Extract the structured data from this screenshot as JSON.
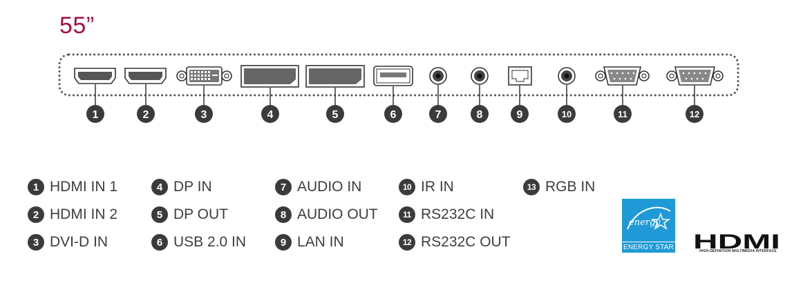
{
  "size_label": "55”",
  "ports": [
    {
      "num": "1",
      "type": "hdmi"
    },
    {
      "num": "2",
      "type": "hdmi"
    },
    {
      "num": "3",
      "type": "dvi"
    },
    {
      "num": "4",
      "type": "displayport"
    },
    {
      "num": "5",
      "type": "displayport"
    },
    {
      "num": "6",
      "type": "usb"
    },
    {
      "num": "7",
      "type": "audio-jack"
    },
    {
      "num": "8",
      "type": "audio-jack"
    },
    {
      "num": "9",
      "type": "lan"
    },
    {
      "num": "10",
      "type": "audio-jack"
    },
    {
      "num": "11",
      "type": "rs232c"
    },
    {
      "num": "12",
      "type": "rs232c"
    }
  ],
  "legend": [
    {
      "num": "1",
      "label": "HDMI IN 1"
    },
    {
      "num": "2",
      "label": "HDMI IN 2"
    },
    {
      "num": "3",
      "label": "DVI-D IN"
    },
    {
      "num": "4",
      "label": "DP IN"
    },
    {
      "num": "5",
      "label": "DP OUT"
    },
    {
      "num": "6",
      "label": "USB 2.0 IN"
    },
    {
      "num": "7",
      "label": "AUDIO IN"
    },
    {
      "num": "8",
      "label": "AUDIO OUT"
    },
    {
      "num": "9",
      "label": "LAN IN"
    },
    {
      "num": "10",
      "label": "IR IN"
    },
    {
      "num": "11",
      "label": "RS232C IN"
    },
    {
      "num": "12",
      "label": "RS232C OUT"
    },
    {
      "num": "13",
      "label": "RGB IN"
    }
  ],
  "logos": {
    "energy_star_script": "energy",
    "energy_star_label": "ENERGY STAR",
    "hdmi_text": "HDMI",
    "hdmi_subtitle": "HIGH-DEFINITION MULTIMEDIA INTERFACE"
  },
  "colors": {
    "title": "#a4103c",
    "badge": "#3b3b3b",
    "energy_star": "#1f9ad6"
  }
}
